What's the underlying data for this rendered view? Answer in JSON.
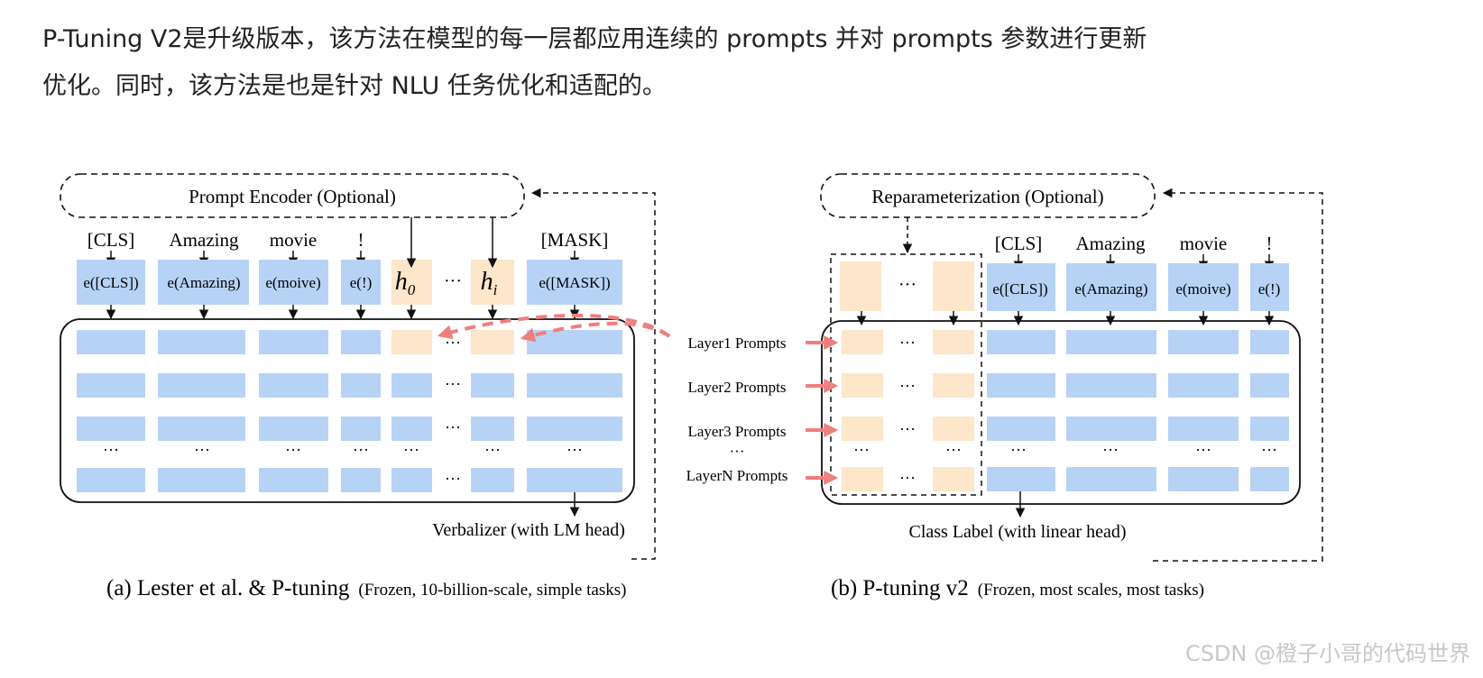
{
  "paragraph": {
    "line1": "P-Tuning V2是升级版本，该方法在模型的每一层都应用连续的 prompts 并对 prompts 参数进行更新",
    "line2": "优化。同时，该方法是也是针对 NLU 任务优化和适配的。"
  },
  "colors": {
    "token": "#b6d3f6",
    "prompt": "#fde6c9",
    "arrow_red": "#ef7f7f",
    "line": "#111111"
  },
  "left": {
    "encoder": "Prompt Encoder (Optional)",
    "words": [
      "[CLS]",
      "Amazing",
      "movie",
      "!",
      "[MASK]"
    ],
    "embeds": [
      "e([CLS])",
      "e(Amazing)",
      "e(moive)",
      "e(!)",
      "e([MASK])"
    ],
    "h0": "h",
    "h0_sub": "0",
    "hi": "h",
    "hi_sub": "i",
    "dots": "···",
    "verbalizer": "Verbalizer (with LM head)",
    "caption_main": "(a) Lester et al. & P-tuning",
    "caption_sub": "(Frozen, 10-billion-scale, simple tasks)"
  },
  "right": {
    "reparam": "Reparameterization (Optional)",
    "words": [
      "[CLS]",
      "Amazing",
      "movie",
      "!"
    ],
    "embeds": [
      "e([CLS])",
      "e(Amazing)",
      "e(moive)",
      "e(!)"
    ],
    "layers": [
      "Layer1 Prompts",
      "Layer2 Prompts",
      "Layer3 Prompts",
      "LayerN Prompts"
    ],
    "dots": "···",
    "class_label": "Class Label (with linear head)",
    "caption_main": "(b) P-tuning v2",
    "caption_sub": "(Frozen, most scales, most tasks)"
  },
  "watermark": "CSDN @橙子小哥的代码世界"
}
